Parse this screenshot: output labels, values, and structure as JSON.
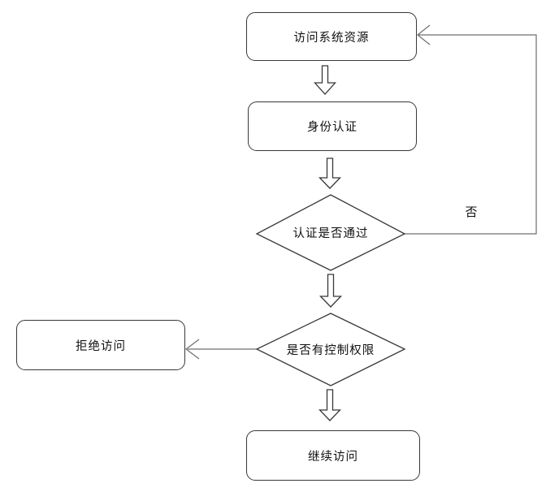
{
  "diagram": {
    "type": "flowchart",
    "background_color": "#ffffff",
    "shape_fill_color": "#ffffff",
    "shape_border_color": "#383838",
    "connector_color": "#6e6e6e",
    "text_color": "#111111",
    "nodes": {
      "access_resource": {
        "label": "访问系统资源",
        "shape": "rounded-rect"
      },
      "identity_auth": {
        "label": "身份认证",
        "shape": "rounded-rect"
      },
      "auth_check": {
        "label": "认证是否通过",
        "shape": "decision-diamond"
      },
      "permission_check": {
        "label": "是否有控制权限",
        "shape": "decision-diamond"
      },
      "deny_access": {
        "label": "拒绝访问",
        "shape": "rounded-rect"
      },
      "continue_access": {
        "label": "继续访问",
        "shape": "rounded-rect"
      }
    },
    "edge_labels": {
      "no": "否"
    },
    "flow": [
      "access_resource -> identity_auth",
      "identity_auth -> auth_check",
      "auth_check -(否)-> access_resource",
      "auth_check -> permission_check",
      "permission_check -> deny_access",
      "permission_check -> continue_access"
    ]
  }
}
